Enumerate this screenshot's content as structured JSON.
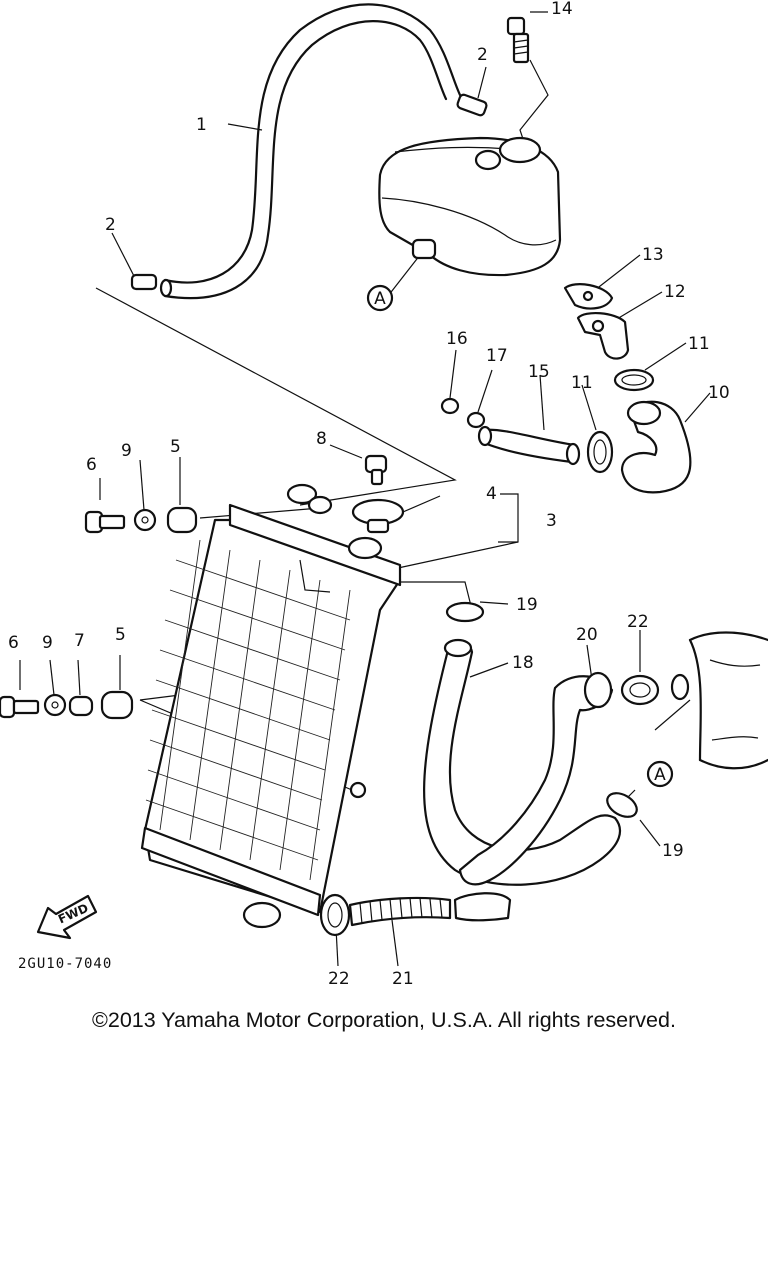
{
  "diagram": {
    "part_labels": [
      "1",
      "2",
      "3",
      "4",
      "5",
      "6",
      "7",
      "8",
      "9",
      "10",
      "11",
      "12",
      "13",
      "14",
      "15",
      "16",
      "17",
      "18",
      "19",
      "20",
      "21",
      "22"
    ],
    "ref_marker": "A",
    "fwd_label": "FWD",
    "drawing_code": "2GU10-7040"
  },
  "footer": {
    "copyright": "©2013 Yamaha Motor Corporation, U.S.A. All rights reserved."
  }
}
